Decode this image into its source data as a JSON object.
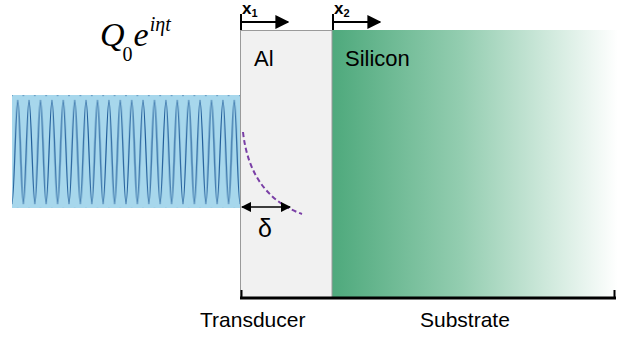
{
  "diagram": {
    "nodes": [
      {
        "text": [
          "Al"
        ]
      },
      {
        "text": [
          "Silicon"
        ]
      }
    ],
    "labels": [
      "Q",
      "0",
      "e",
      "iηt",
      "x",
      "1",
      "x",
      "2",
      "δ",
      "Transducer",
      "Substrate"
    ]
  }
}
